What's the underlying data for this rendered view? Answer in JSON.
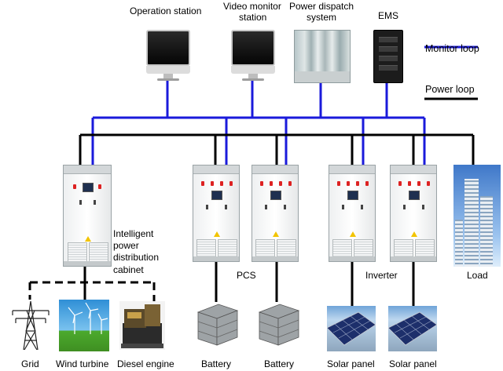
{
  "diagram": {
    "monitors": {
      "operation_station": "Operation station",
      "video_monitor_station_line1": "Video monitor",
      "video_monitor_station_line2": "station",
      "power_dispatch_system_line1": "Power dispatch",
      "power_dispatch_system_line2": "system",
      "ems": "EMS"
    },
    "legend": {
      "monitor_loop": "Monitor loop",
      "power_loop": "Power loop",
      "monitor_loop_color": "#1a1adb",
      "power_loop_color": "#000000"
    },
    "cabinets": {
      "intelligent_power_distribution_line1": "Intelligent",
      "intelligent_power_distribution_line2": "power",
      "intelligent_power_distribution_line3": "distribution",
      "intelligent_power_distribution_line4": "cabinet",
      "pcs": "PCS",
      "inverter": "Inverter",
      "load": "Load"
    },
    "sources": {
      "grid": "Grid",
      "wind_turbine": "Wind turbine",
      "diesel_engine": "Diesel engine",
      "battery_1": "Battery",
      "battery_2": "Battery",
      "solar_panel_1": "Solar panel",
      "solar_panel_2": "Solar panel"
    }
  }
}
